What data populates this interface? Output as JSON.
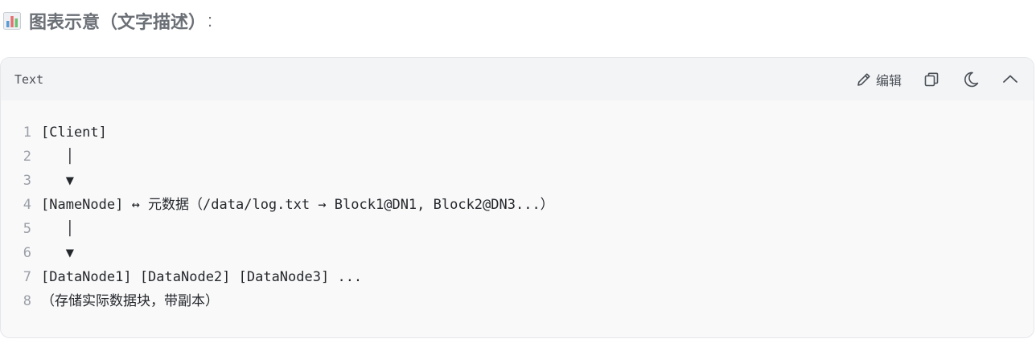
{
  "heading": {
    "text": "图表示意（文字描述）",
    "colon": ":",
    "icon": "bar-chart-icon"
  },
  "code_block": {
    "language": "Text",
    "toolbar": {
      "edit_label": "编辑",
      "edit_icon": "pencil-icon",
      "copy_icon": "copy-icon",
      "theme_icon": "moon-icon",
      "collapse_icon": "chevron-up-icon"
    },
    "lines": [
      {
        "number": "1",
        "text": "[Client]"
      },
      {
        "number": "2",
        "text": "   │"
      },
      {
        "number": "3",
        "text": "   ▼"
      },
      {
        "number": "4",
        "text": "[NameNode] ↔ 元数据（/data/log.txt → Block1@DN1, Block2@DN3...）"
      },
      {
        "number": "5",
        "text": "   │"
      },
      {
        "number": "6",
        "text": "   ▼"
      },
      {
        "number": "7",
        "text": "[DataNode1] [DataNode2] [DataNode3] ..."
      },
      {
        "number": "8",
        "text": "（存储实际数据块，带副本）"
      }
    ]
  },
  "colors": {
    "heading_text": "#6b6f76",
    "card_background": "#f9f9fa",
    "header_background": "#f3f4f6",
    "line_number": "#9a9ea6"
  }
}
